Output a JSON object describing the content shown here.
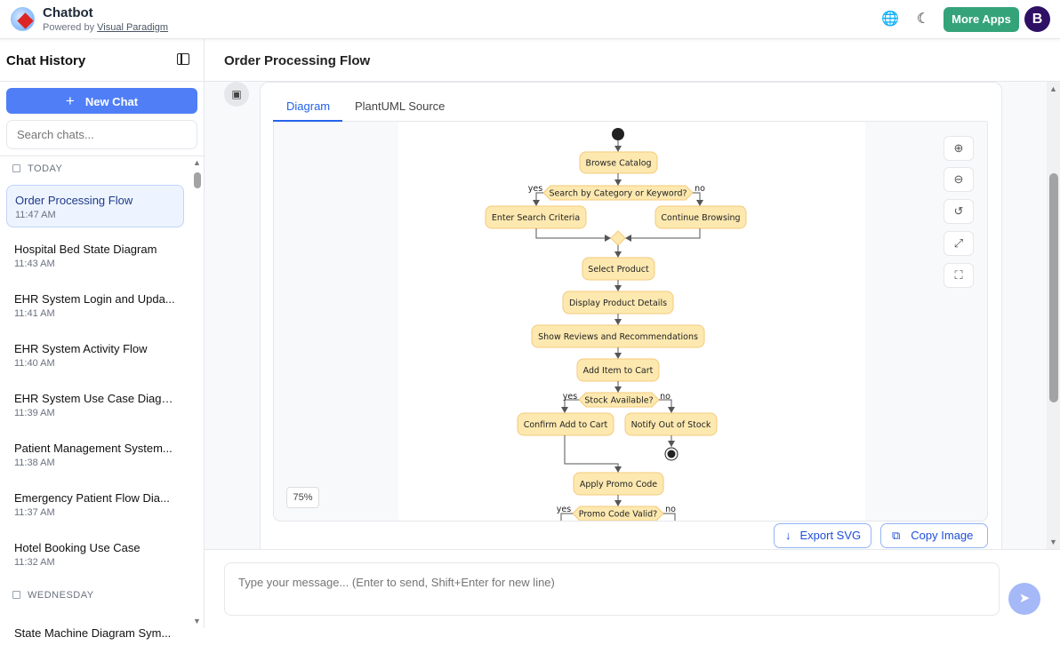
{
  "header": {
    "title": "Chatbot",
    "powered_prefix": "Powered by ",
    "powered_link": "Visual Paradigm",
    "more_apps": "More Apps",
    "avatar_letter": "B",
    "icons": [
      "globe-icon",
      "moon-icon"
    ]
  },
  "sidebar": {
    "title": "Chat History",
    "new_chat": "New Chat",
    "search_placeholder": "Search chats...",
    "groups": [
      {
        "label": "TODAY"
      },
      {
        "label": "WEDNESDAY"
      }
    ],
    "items": [
      {
        "title": "Order Processing Flow",
        "time": "11:47 AM",
        "active": true
      },
      {
        "title": "Hospital Bed State Diagram",
        "time": "11:43 AM"
      },
      {
        "title": "EHR System Login and Upda...",
        "time": "11:41 AM"
      },
      {
        "title": "EHR System Activity Flow",
        "time": "11:40 AM"
      },
      {
        "title": "EHR System Use Case Diagram",
        "time": "11:39 AM"
      },
      {
        "title": "Patient Management System...",
        "time": "11:38 AM"
      },
      {
        "title": "Emergency Patient Flow Dia...",
        "time": "11:37 AM"
      },
      {
        "title": "Hotel Booking Use Case",
        "time": "11:32 AM"
      },
      {
        "title": "State Machine Diagram Sym...",
        "time": ""
      }
    ]
  },
  "main": {
    "title": "Order Processing Flow",
    "tabs": [
      {
        "label": "Diagram",
        "active": true
      },
      {
        "label": "PlantUML Source"
      }
    ],
    "zoom_level": "75%",
    "zoom_controls": [
      "zoom-in-icon",
      "zoom-out-icon",
      "reset-icon",
      "fit-icon",
      "fullscreen-icon"
    ],
    "actions": {
      "export_svg": "Export SVG",
      "copy_image": "Copy Image"
    },
    "input_placeholder": "Type your message... (Enter to send, Shift+Enter for new line)"
  },
  "diagram": {
    "nodes": {
      "browse": "Browse Catalog",
      "d1": "Search by Category or Keyword?",
      "enter": "Enter Search Criteria",
      "cont": "Continue Browsing",
      "select": "Select Product",
      "display": "Display Product Details",
      "reviews": "Show Reviews and Recommendations",
      "add": "Add Item to Cart",
      "d2": "Stock Available?",
      "confirm": "Confirm Add to Cart",
      "notify": "Notify Out of Stock",
      "promo": "Apply Promo Code",
      "d3": "Promo Code Valid?"
    },
    "yes": "yes",
    "no": "no"
  }
}
